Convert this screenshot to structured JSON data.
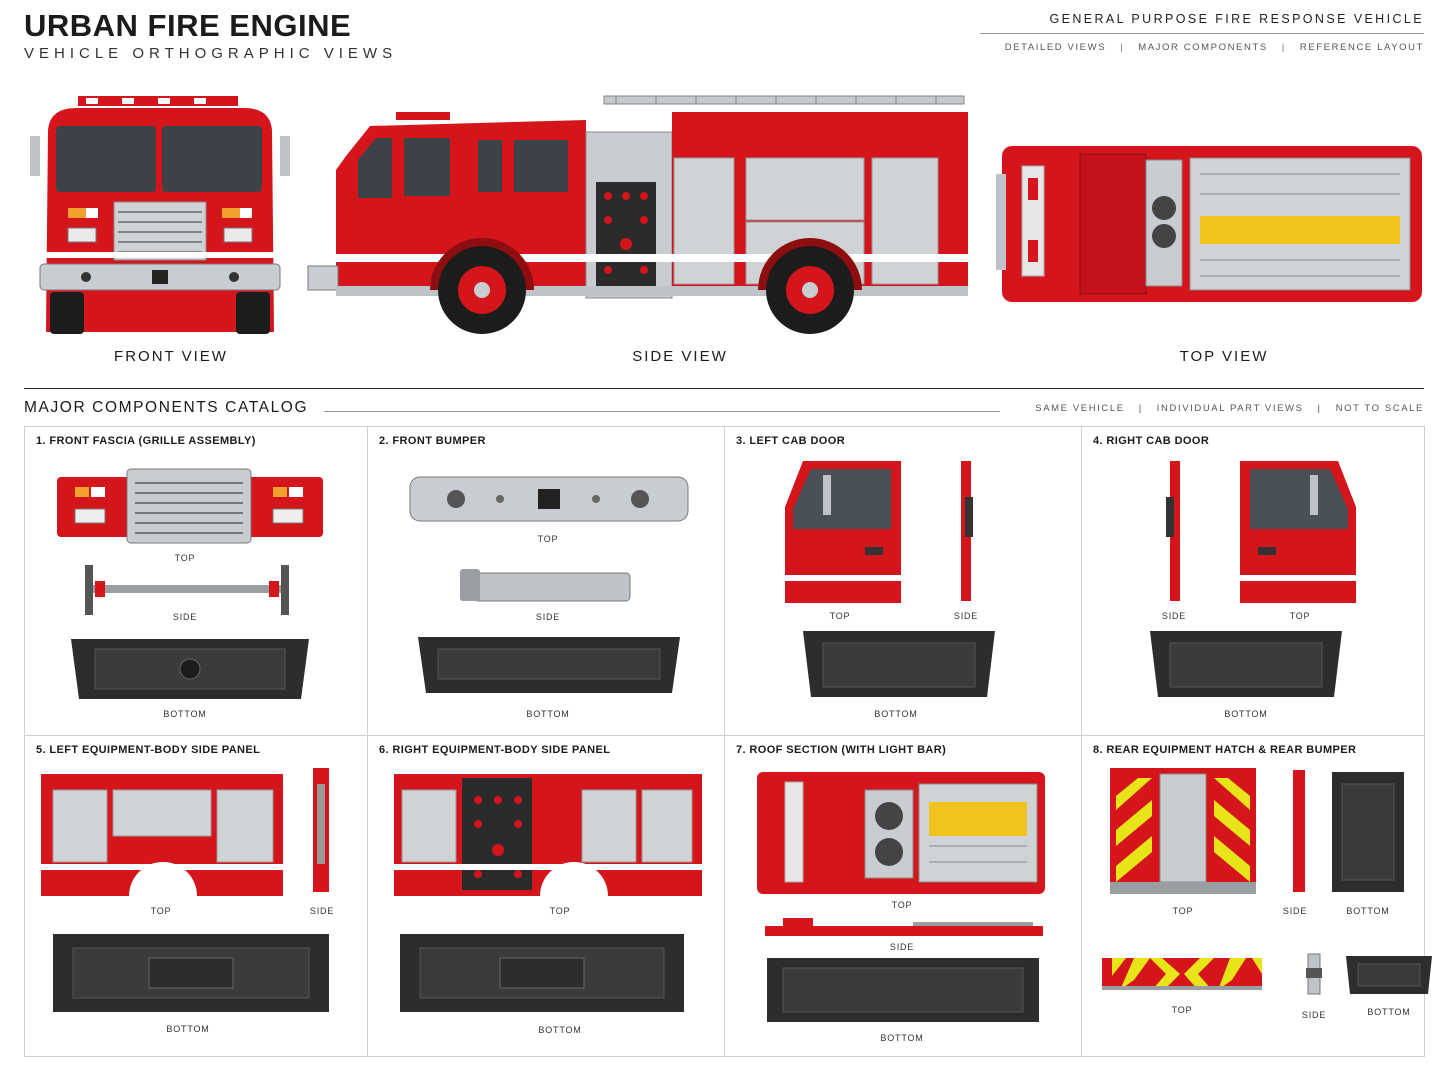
{
  "header": {
    "title": "URBAN FIRE ENGINE",
    "subtitle": "VEHICLE ORTHOGRAPHIC VIEWS",
    "tagline": "GENERAL PURPOSE FIRE RESPONSE VEHICLE",
    "links": [
      "DETAILED VIEWS",
      "MAJOR COMPONENTS",
      "REFERENCE LAYOUT"
    ],
    "separator": "|"
  },
  "views": {
    "front": "FRONT VIEW",
    "side": "SIDE VIEW",
    "top": "TOP VIEW"
  },
  "catalog": {
    "title": "MAJOR COMPONENTS CATALOG",
    "links": [
      "SAME VEHICLE",
      "INDIVIDUAL PART VIEWS",
      "NOT TO SCALE"
    ],
    "separator": "|",
    "components": [
      {
        "title": "1. FRONT FASCIA (GRILLE ASSEMBLY)",
        "labels": [
          "TOP",
          "SIDE",
          "BOTTOM"
        ]
      },
      {
        "title": "2. FRONT BUMPER",
        "labels": [
          "TOP",
          "SIDE",
          "BOTTOM"
        ]
      },
      {
        "title": "3. LEFT CAB DOOR",
        "labels": [
          "TOP",
          "SIDE",
          "BOTTOM"
        ]
      },
      {
        "title": "4. RIGHT CAB DOOR",
        "labels": [
          "SIDE",
          "TOP",
          "BOTTOM"
        ]
      },
      {
        "title": "5. LEFT EQUIPMENT-BODY SIDE PANEL",
        "labels": [
          "TOP",
          "SIDE",
          "BOTTOM"
        ]
      },
      {
        "title": "6. RIGHT EQUIPMENT-BODY SIDE PANEL",
        "labels": [
          "TOP",
          "BOTTOM"
        ]
      },
      {
        "title": "7. ROOF SECTION (WITH LIGHT BAR)",
        "labels": [
          "TOP",
          "SIDE",
          "BOTTOM"
        ]
      },
      {
        "title": "8. REAR EQUIPMENT HATCH & REAR BUMPER",
        "labels": [
          "TOP",
          "SIDE",
          "BOTTOM",
          "TOP",
          "SIDE",
          "BOTTOM"
        ]
      }
    ]
  },
  "colors": {
    "red": "#d4161c",
    "dark_red": "#8e0d10",
    "chrome": "#c9ccd0",
    "underside": "#2d2d2d",
    "hose_yellow": "#f1c21b",
    "chevron_yellow": "#e8e41a"
  }
}
